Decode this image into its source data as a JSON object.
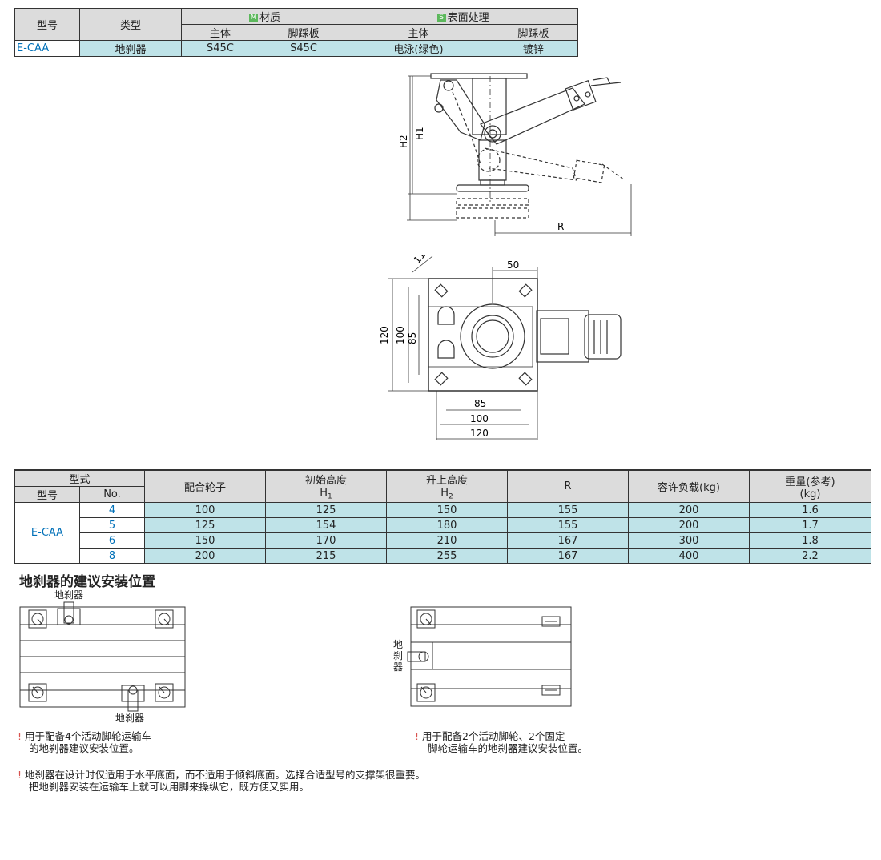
{
  "material_table": {
    "col_model": "型号",
    "col_type": "类型",
    "material_badge": "M",
    "material_label": "材质",
    "surface_badge": "S",
    "surface_label": "表面处理",
    "sub_body": "主体",
    "sub_pedal": "脚踩板",
    "row": {
      "model": "E-CAA",
      "type": "地刹器",
      "mat_body": "S45C",
      "mat_pedal": "S45C",
      "surf_body": "电泳(绿色)",
      "surf_pedal": "镀锌"
    }
  },
  "drawing_side": {
    "h1": "H1",
    "h2": "H2",
    "r": "R"
  },
  "drawing_top": {
    "dim_11": "11",
    "dim_50": "50",
    "dim_120_v": "120",
    "dim_100_v": "100",
    "dim_85_v": "85",
    "dim_85_h": "85",
    "dim_100_h": "100",
    "dim_120_h": "120"
  },
  "spec_table": {
    "col_form": "型式",
    "col_model": "型号",
    "col_no": "No.",
    "col_wheel": "配合轮子",
    "col_h1_label": "初始高度",
    "col_h1_sym": "H",
    "col_h1_sub": "1",
    "col_h2_label": "升上高度",
    "col_h2_sym": "H",
    "col_h2_sub": "2",
    "col_r": "R",
    "col_load": "容许负载(kg)",
    "col_weight_1": "重量(参考)",
    "col_weight_2": "(kg)",
    "model": "E-CAA",
    "rows": [
      {
        "no": "4",
        "wheel": "100",
        "h1": "125",
        "h2": "150",
        "r": "155",
        "load": "200",
        "weight": "1.6"
      },
      {
        "no": "5",
        "wheel": "125",
        "h1": "154",
        "h2": "180",
        "r": "155",
        "load": "200",
        "weight": "1.7"
      },
      {
        "no": "6",
        "wheel": "150",
        "h1": "170",
        "h2": "210",
        "r": "167",
        "load": "300",
        "weight": "1.8"
      },
      {
        "no": "8",
        "wheel": "200",
        "h1": "215",
        "h2": "255",
        "r": "167",
        "load": "400",
        "weight": "2.2"
      }
    ]
  },
  "install": {
    "title": "地刹器的建议安装位置",
    "label_top": "地刹器",
    "label_bottom": "地刹器",
    "label_v1": "地",
    "label_v2": "刹",
    "label_v3": "器",
    "note_left_1": "用于配备4个活动脚轮运输车",
    "note_left_2": "的地刹器建议安装位置。",
    "note_right_1": "用于配备2个活动脚轮、2个固定",
    "note_right_2": "脚轮运输车的地刹器建议安装位置。",
    "note_bottom_1": "地刹器在设计时仅适用于水平底面，而不适用于倾斜底面。选择合适型号的支撑架很重要。",
    "note_bottom_2": "把地刹器安装在运输车上就可以用脚来操纵它，既方便又实用。",
    "note_mark": "!"
  },
  "colors": {
    "header_bg": "#dcdcdc",
    "row_bg": "#bfe3e8",
    "accent_blue": "#0070b8",
    "badge_green": "#5cb85c"
  }
}
